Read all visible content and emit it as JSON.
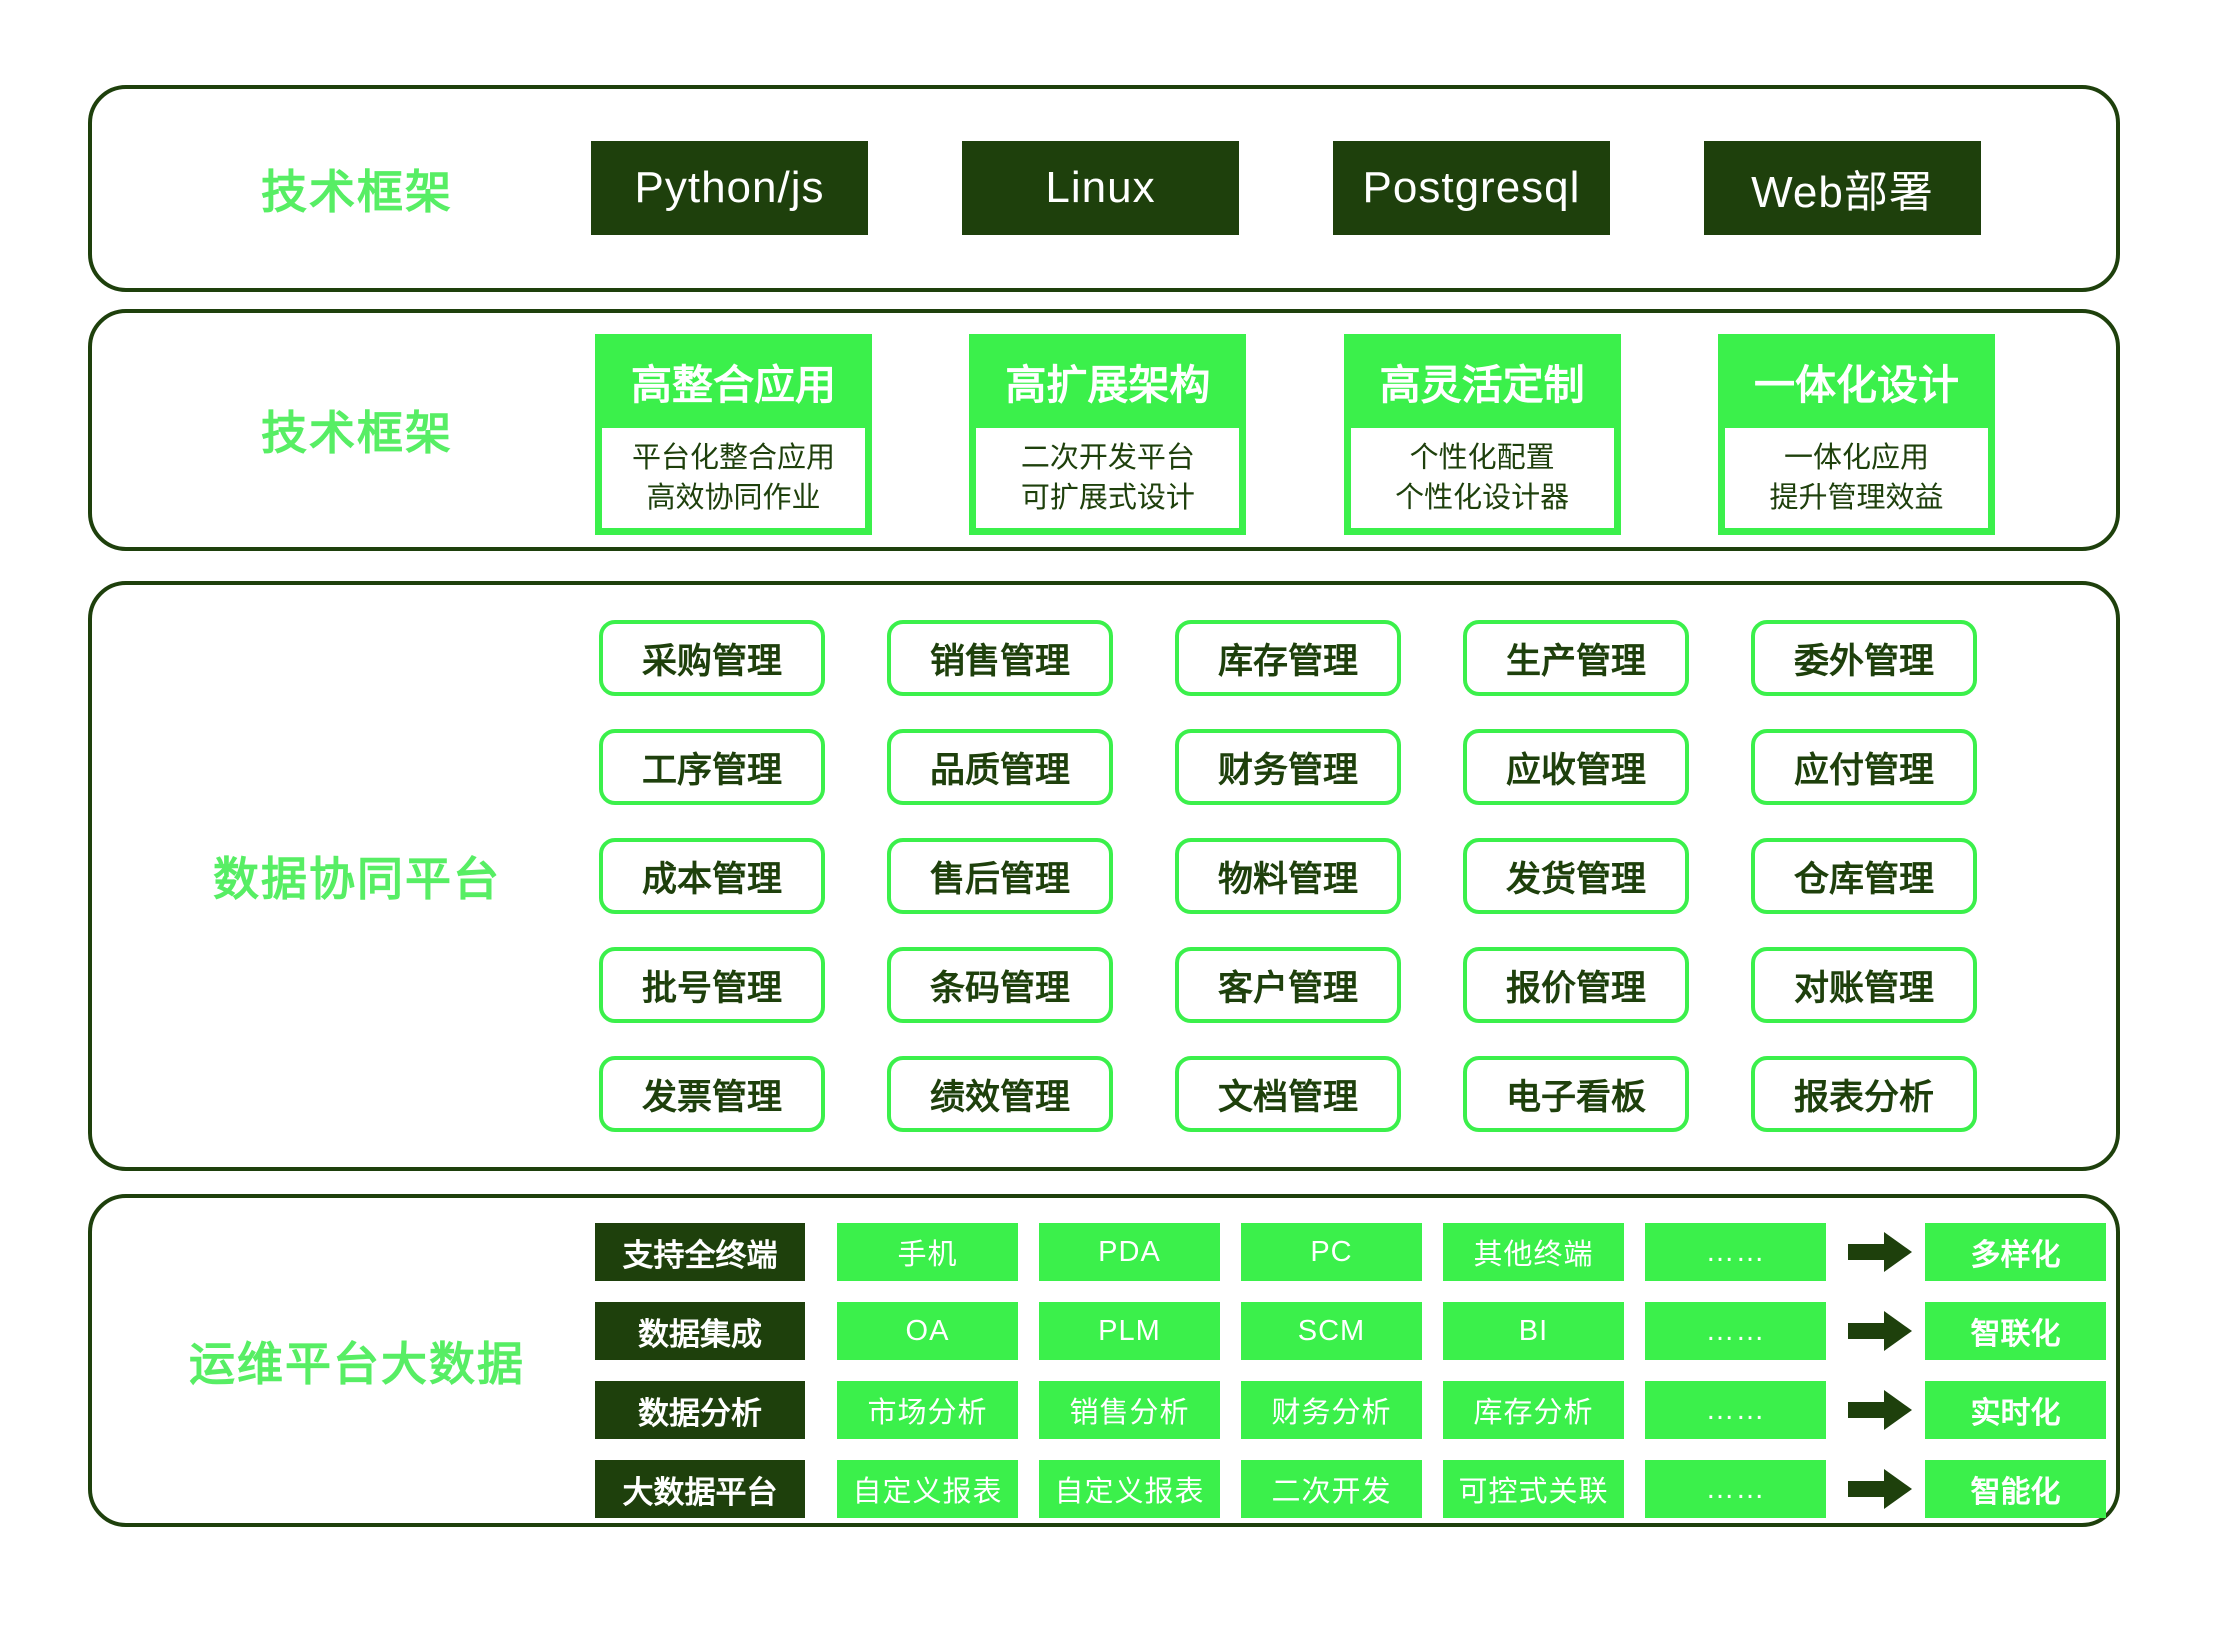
{
  "colors": {
    "bright_green": "#3BF04B",
    "label_green": "#57EE64",
    "dark_green": "#1E400C",
    "white": "#FFFFFF"
  },
  "section1": {
    "label": "技术框架",
    "boxes": [
      "Python/js",
      "Linux",
      "Postgresql",
      "Web部署"
    ]
  },
  "section2": {
    "label": "技术框架",
    "cards": [
      {
        "title": "高整合应用",
        "line1": "平台化整合应用",
        "line2": "高效协同作业"
      },
      {
        "title": "高扩展架构",
        "line1": "二次开发平台",
        "line2": "可扩展式设计"
      },
      {
        "title": "高灵活定制",
        "line1": "个性化配置",
        "line2": "个性化设计器"
      },
      {
        "title": "一体化设计",
        "line1": "一体化应用",
        "line2": "提升管理效益"
      }
    ]
  },
  "section3": {
    "label": "数据协同平台",
    "rows": [
      [
        "采购管理",
        "销售管理",
        "库存管理",
        "生产管理",
        "委外管理"
      ],
      [
        "工序管理",
        "品质管理",
        "财务管理",
        "应收管理",
        "应付管理"
      ],
      [
        "成本管理",
        "售后管理",
        "物料管理",
        "发货管理",
        "仓库管理"
      ],
      [
        "批号管理",
        "条码管理",
        "客户管理",
        "报价管理",
        "对账管理"
      ],
      [
        "发票管理",
        "绩效管理",
        "文档管理",
        "电子看板",
        "报表分析"
      ]
    ]
  },
  "section4": {
    "label": "运维平台大数据",
    "rows": [
      {
        "category": "支持全终端",
        "items": [
          "手机",
          "PDA",
          "PC",
          "其他终端",
          "……"
        ],
        "result": "多样化"
      },
      {
        "category": "数据集成",
        "items": [
          "OA",
          "PLM",
          "SCM",
          "BI",
          "……"
        ],
        "result": "智联化"
      },
      {
        "category": "数据分析",
        "items": [
          "市场分析",
          "销售分析",
          "财务分析",
          "库存分析",
          "……"
        ],
        "result": "实时化"
      },
      {
        "category": "大数据平台",
        "items": [
          "自定义报表",
          "自定义报表",
          "二次开发",
          "可控式关联",
          "……"
        ],
        "result": "智能化"
      }
    ]
  }
}
